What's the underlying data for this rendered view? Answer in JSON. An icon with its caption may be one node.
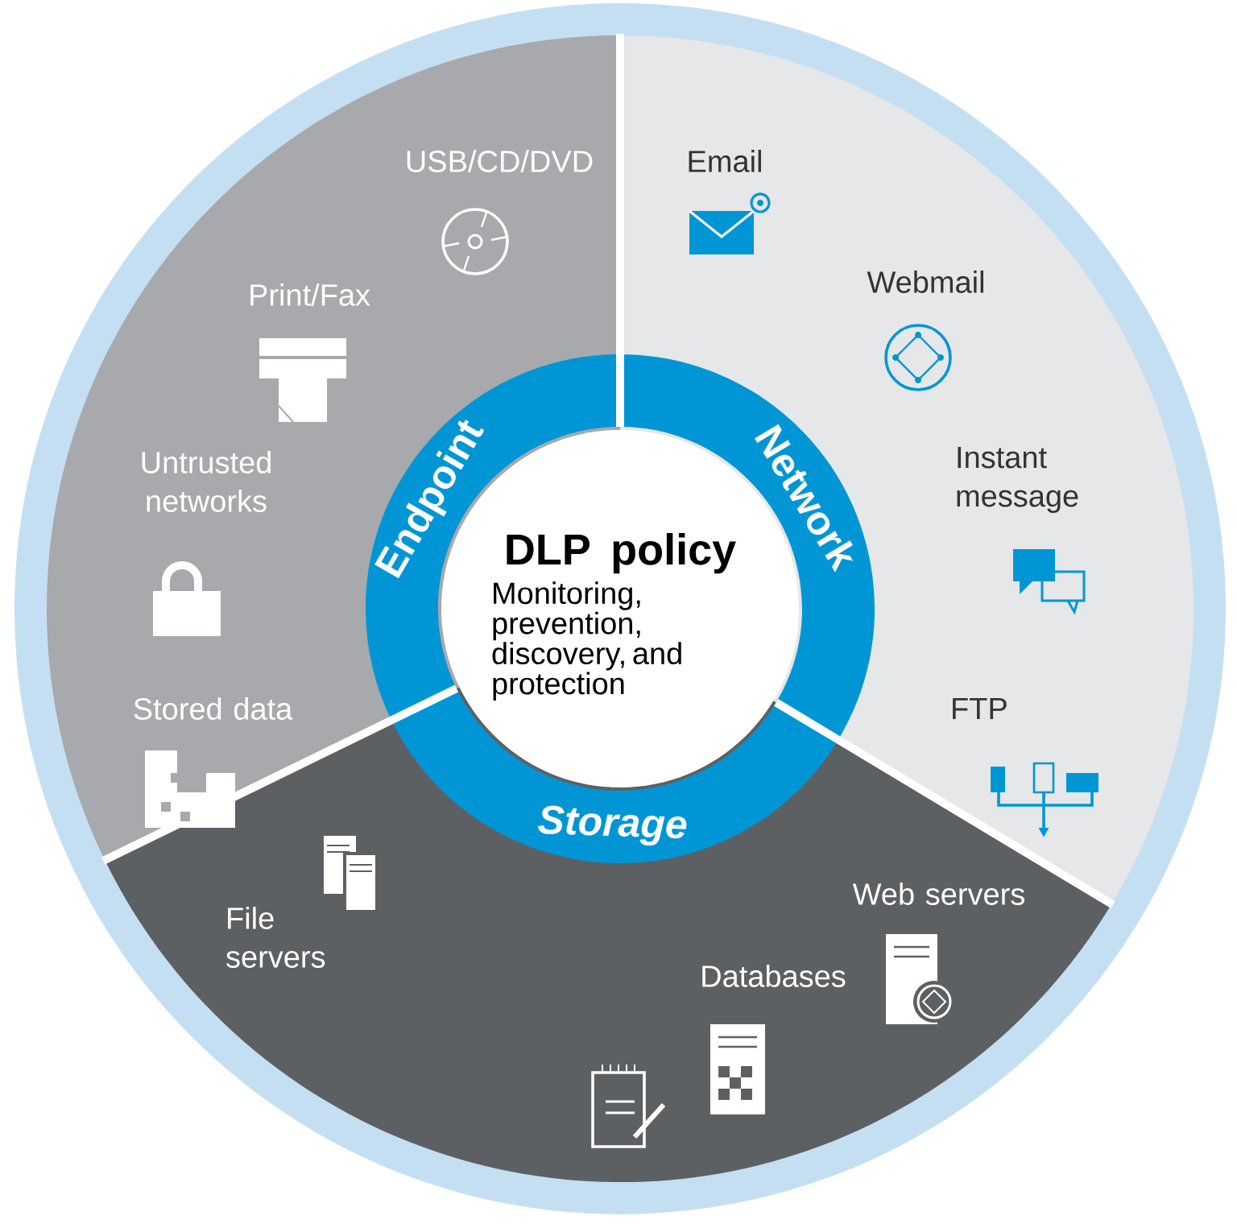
{
  "diagram": {
    "nodes": [
      {
        "text": [
          "DLP policy",
          "Monitoring, prevention, discovery, and protection"
        ]
      },
      {
        "text": [
          "Endpoint"
        ]
      },
      {
        "text": [
          "Network"
        ]
      },
      {
        "text": [
          "Storage"
        ]
      }
    ],
    "labels": [
      "USB/CD/DVD",
      "Print/Fax",
      "Untrusted networks",
      "Stored data",
      "Email",
      "Webmail",
      "Instant message",
      "FTP",
      "File servers",
      "Web servers",
      "Databases"
    ]
  }
}
